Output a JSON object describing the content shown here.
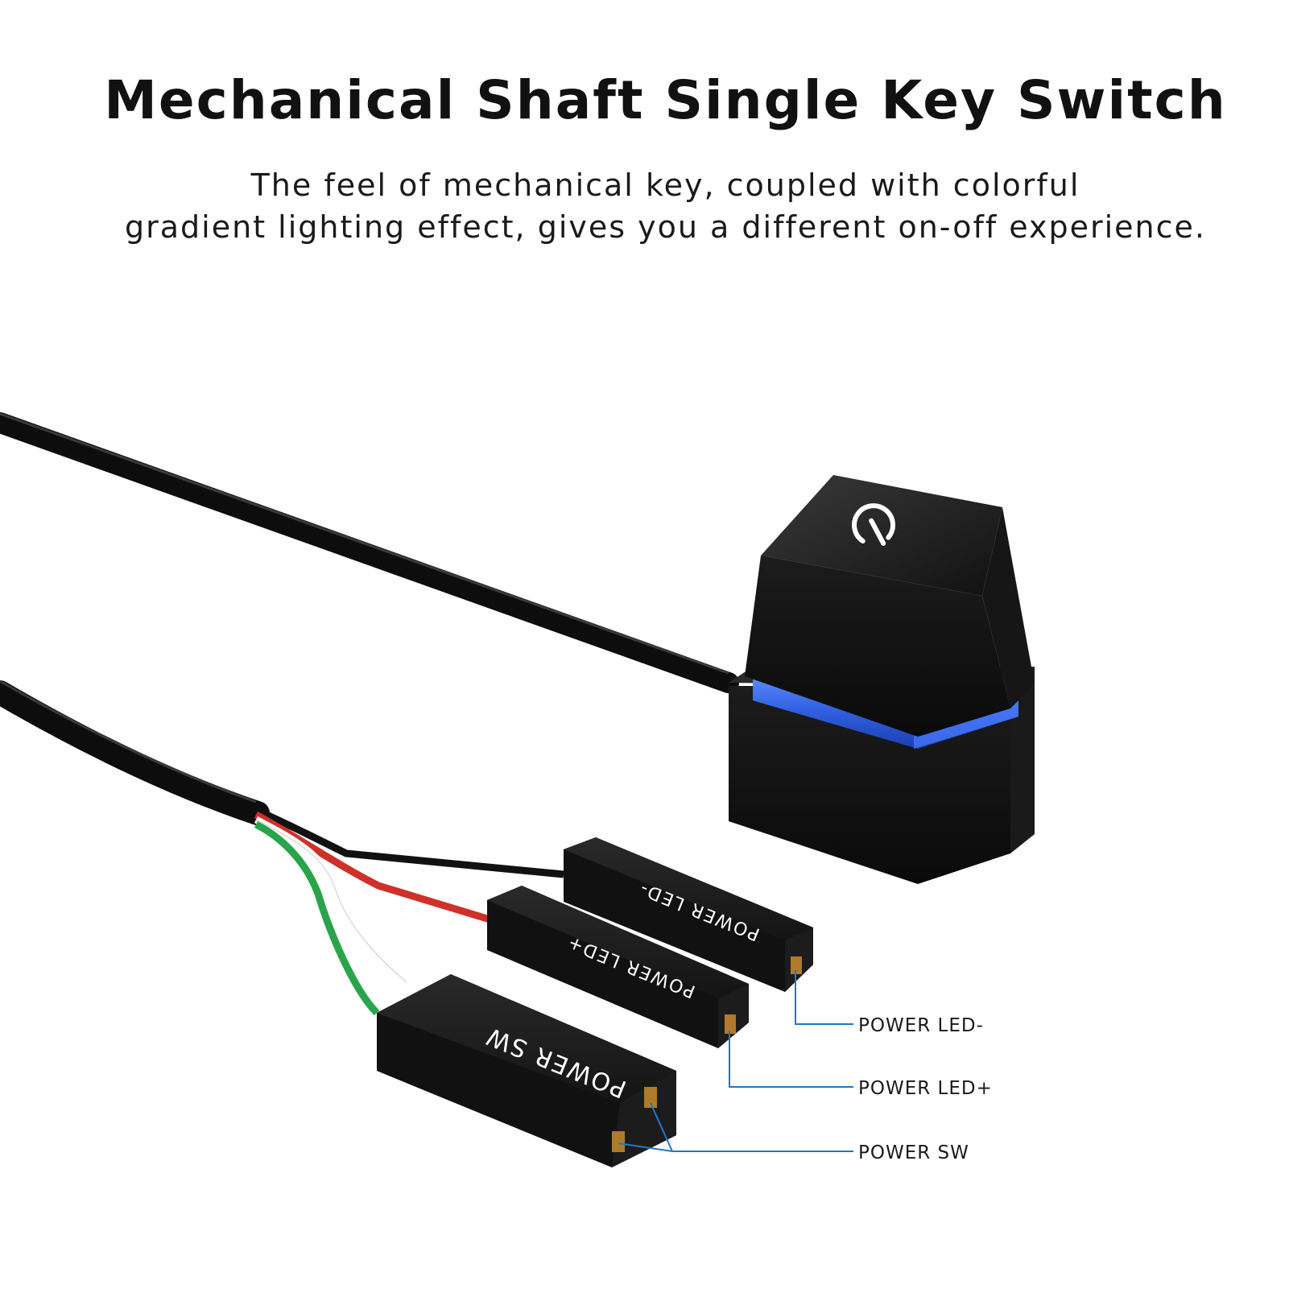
{
  "header": {
    "title": "Mechanical Shaft Single Key Switch",
    "subtitle_line1": "The feel of mechanical key, coupled with colorful",
    "subtitle_line2": "gradient lighting effect, gives you a different on-off experience."
  },
  "connectors": {
    "led_minus": "POWER LED-",
    "led_plus": "POWER LED+",
    "sw": "POWER SW"
  },
  "callouts": {
    "led_minus": "POWER LED-",
    "led_plus": "POWER LED+",
    "sw": "POWER SW"
  },
  "colors": {
    "callout_line": "#1e78c8",
    "led_glow": "#2f6df0",
    "wire_red": "#d0302a",
    "wire_green": "#2aa44a",
    "wire_white": "#ffffff",
    "wire_black": "#111111"
  },
  "icons": {
    "keycap_symbol": "power-icon"
  }
}
